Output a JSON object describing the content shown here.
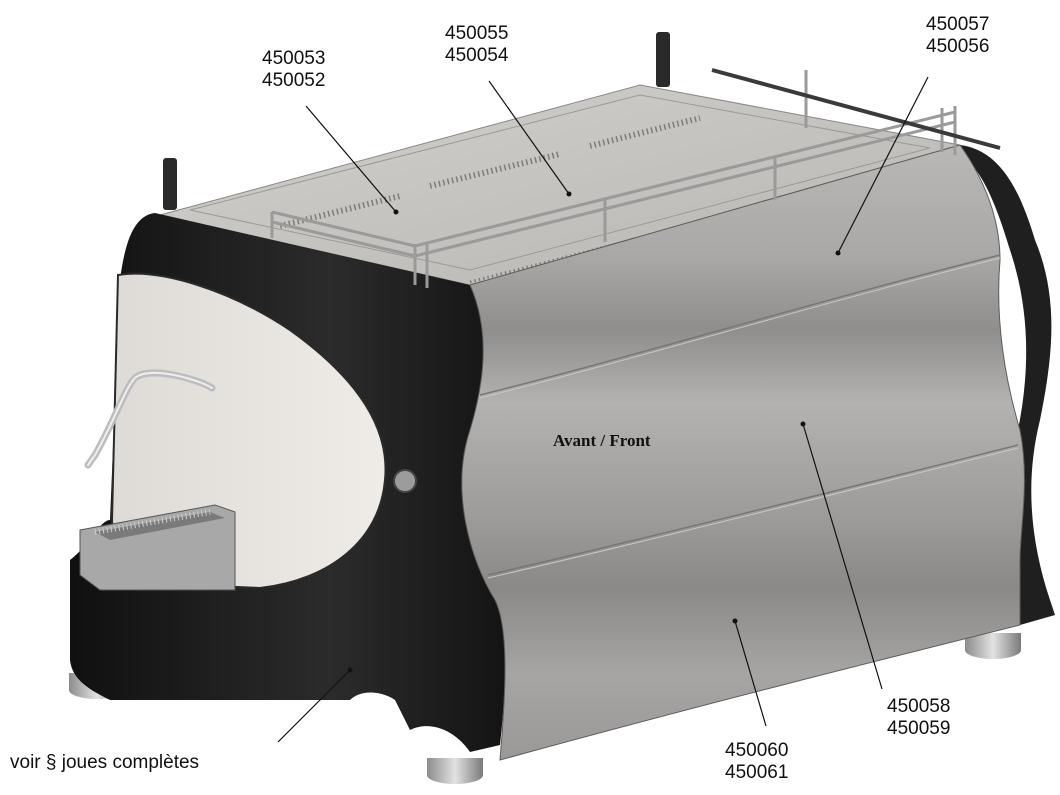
{
  "callouts": {
    "c1": {
      "line1": "450053",
      "line2": "450052"
    },
    "c2": {
      "line1": "450055",
      "line2": "450054"
    },
    "c3": {
      "line1": "450057",
      "line2": "450056"
    },
    "c4": {
      "line1": "450058",
      "line2": "450059"
    },
    "c5": {
      "line1": "450060",
      "line2": "450061"
    },
    "c6": {
      "text": "voir § joues complètes"
    }
  },
  "front_label": "Avant / Front",
  "colors": {
    "panel": "#a3a2a2",
    "panel_light": "#c4c3c2",
    "black_side": "#1e1e1e",
    "top": "#c9c7c3",
    "chrome": "#d6d6d6"
  }
}
